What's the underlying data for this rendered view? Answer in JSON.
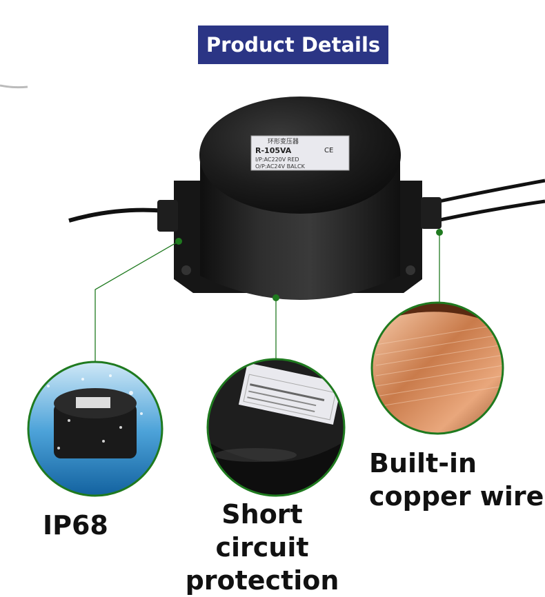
{
  "title": "Product Details",
  "label": {
    "line1": "环形变压器",
    "model": "R-105VA",
    "mark": "CE",
    "input": "I/P:AC220V RED",
    "output": "O/P:AC24V  BALCK"
  },
  "features": [
    {
      "text": "IP68"
    },
    {
      "line1": "Short circuit",
      "line2": "protection"
    },
    {
      "line1": "Built-in",
      "line2": "copper wire"
    }
  ],
  "colors": {
    "banner": "#2b3585",
    "callout": "#1f7a1f",
    "body": "#1a1a1a"
  }
}
